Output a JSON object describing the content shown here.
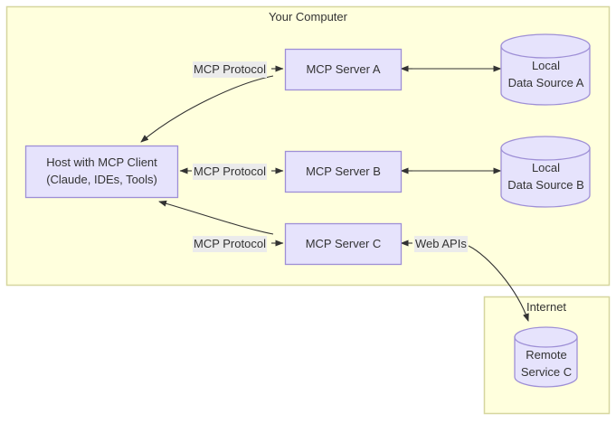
{
  "diagram": {
    "title_visible": false,
    "groups": [
      {
        "id": "your-computer",
        "label": "Your Computer"
      },
      {
        "id": "internet",
        "label": "Internet"
      }
    ],
    "nodes": [
      {
        "id": "host",
        "label_line1": "Host with MCP Client",
        "label_line2": "(Claude, IDEs, Tools)",
        "shape": "rect"
      },
      {
        "id": "server-a",
        "label": "MCP Server A",
        "shape": "rect"
      },
      {
        "id": "server-b",
        "label": "MCP Server B",
        "shape": "rect"
      },
      {
        "id": "server-c",
        "label": "MCP Server C",
        "shape": "rect"
      },
      {
        "id": "data-source-a",
        "label_line1": "Local",
        "label_line2": "Data Source A",
        "shape": "cylinder"
      },
      {
        "id": "data-source-b",
        "label_line1": "Local",
        "label_line2": "Data Source B",
        "shape": "cylinder"
      },
      {
        "id": "remote-service-c",
        "label_line1": "Remote",
        "label_line2": "Service C",
        "shape": "cylinder"
      }
    ],
    "edges": [
      {
        "id": "host-server-a",
        "label": "MCP Protocol",
        "from": "host",
        "to": "server-a"
      },
      {
        "id": "host-server-b",
        "label": "MCP Protocol",
        "from": "host",
        "to": "server-b"
      },
      {
        "id": "host-server-c",
        "label": "MCP Protocol",
        "from": "host",
        "to": "server-c"
      },
      {
        "id": "server-a-data-a",
        "label": "",
        "from": "server-a",
        "to": "data-source-a"
      },
      {
        "id": "server-b-data-b",
        "label": "",
        "from": "server-b",
        "to": "data-source-b"
      },
      {
        "id": "server-c-web",
        "label": "Web APIs",
        "from": "server-c",
        "to": "remote-service-c"
      }
    ],
    "colors": {
      "group_fill": "#ffffdd",
      "group_stroke": "#d6d69e",
      "node_fill": "#e6e3fc",
      "node_stroke": "#9e8fd6",
      "edge_stroke": "#333333",
      "label_bg": "#ebebeb",
      "text": "#333333",
      "page_bg": "#ffffff"
    }
  }
}
